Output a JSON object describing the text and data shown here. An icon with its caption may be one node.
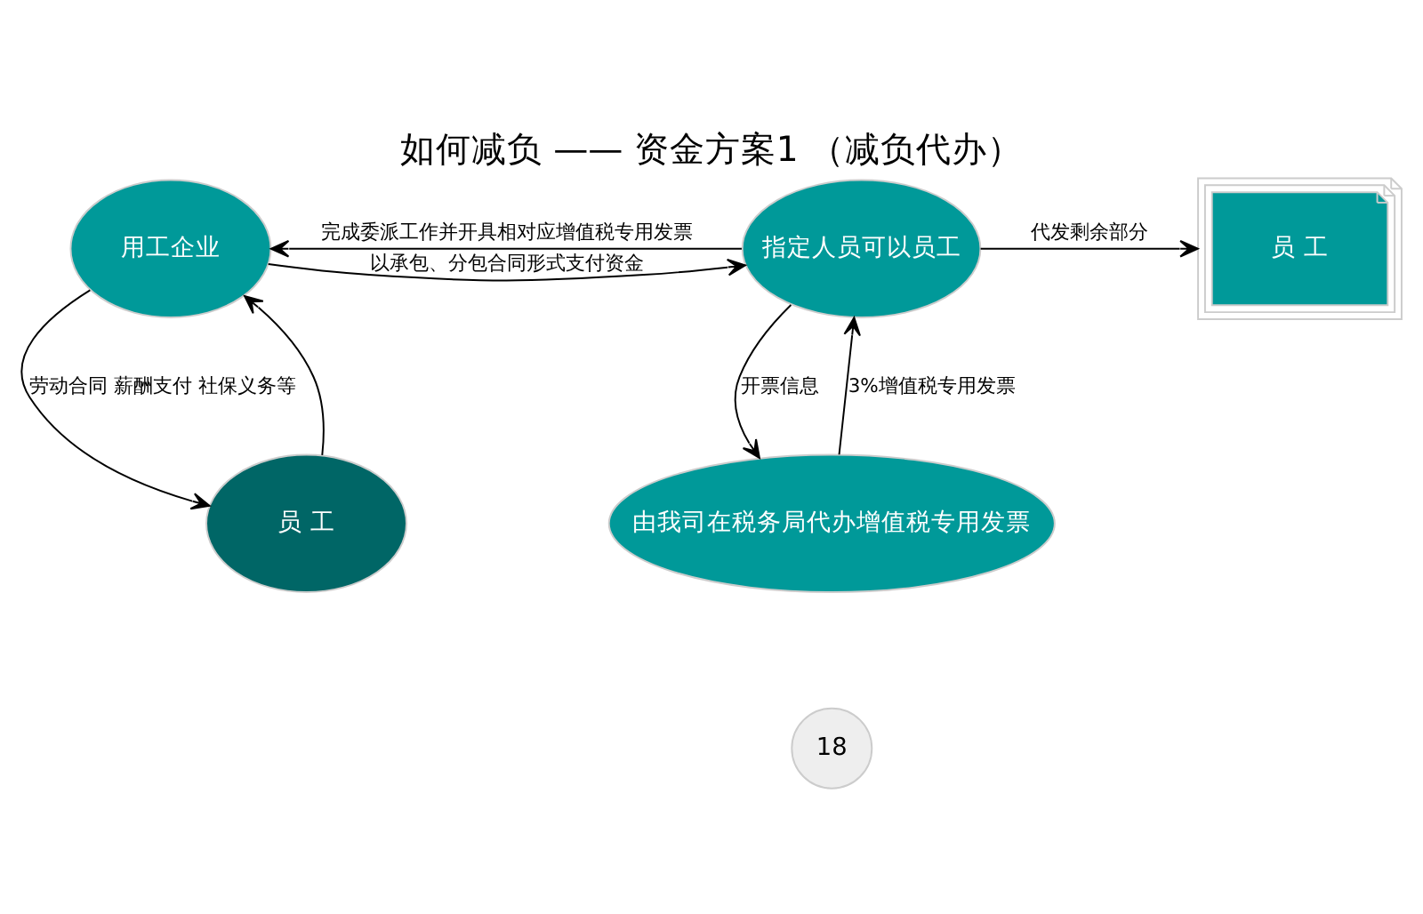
{
  "diagram": {
    "title": "如何减负 —— 资金方案1 （减负代办）",
    "nodes": [
      {
        "text": [
          "用工企业"
        ]
      },
      {
        "text": [
          "指定人员可以员工"
        ]
      },
      {
        "text": [
          "员 工"
        ]
      },
      {
        "text": [
          "员 工"
        ]
      },
      {
        "text": [
          "由我司在税务局代办增值税专用发票"
        ]
      }
    ],
    "edges": [
      {
        "from": 0,
        "to": 1,
        "arrow": "to",
        "label": "以承包、分包合同形式支付资金"
      },
      {
        "from": 1,
        "to": 0,
        "arrow": "to",
        "label": "完成委派工作并开具相对应增值税专用发票"
      },
      {
        "from": 1,
        "to": 2,
        "arrow": "to",
        "label": "代发剩余部分"
      },
      {
        "from": 0,
        "to": 3,
        "arrow": "to",
        "label": "劳动合同 薪酬支付 社保义务等"
      },
      {
        "from": 3,
        "to": 0,
        "arrow": "to"
      },
      {
        "from": 4,
        "to": 1,
        "arrow": "to",
        "label": "3%增值税专用发票"
      },
      {
        "from": 1,
        "to": 4,
        "arrow": "to",
        "label": "开票信息"
      }
    ],
    "labels": [
      "18"
    ]
  }
}
